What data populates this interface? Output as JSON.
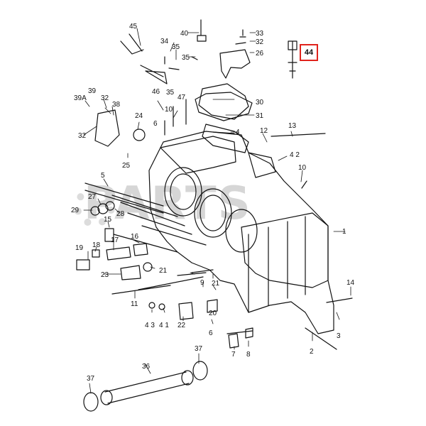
{
  "watermark": "PARTS",
  "highlight": {
    "label": "44",
    "color": "#e0231c"
  },
  "callouts": {
    "c1": "1",
    "c2": "2",
    "c3": "3",
    "c4": "4",
    "c5": "5",
    "c6a": "6",
    "c6b": "6",
    "c7": "7",
    "c8": "8",
    "c9": "9",
    "c10a": "10",
    "c10b": "10",
    "c11": "11",
    "c12": "12",
    "c13": "13",
    "c14": "14",
    "c15": "15",
    "c16": "16",
    "c17": "17",
    "c18": "18",
    "c19": "19",
    "c20": "20",
    "c21a": "21",
    "c21b": "21",
    "c22": "22",
    "c23": "23",
    "c24": "24",
    "c25": "25",
    "c26": "26",
    "c27": "27",
    "c28": "28",
    "c29": "29",
    "c30": "30",
    "c31": "31",
    "c32a": "32",
    "c32b": "32",
    "c32c": "32",
    "c33": "33",
    "c34": "34",
    "c35a": "35",
    "c35b": "35",
    "c35c": "35",
    "c36": "36",
    "c37a": "37",
    "c37b": "37",
    "c38": "38",
    "c39": "39",
    "c39a": "39A",
    "c40": "40",
    "c41": "4 1",
    "c42": "4 2",
    "c43": "4 3",
    "c45": "45",
    "c46": "46",
    "c47": "47"
  }
}
